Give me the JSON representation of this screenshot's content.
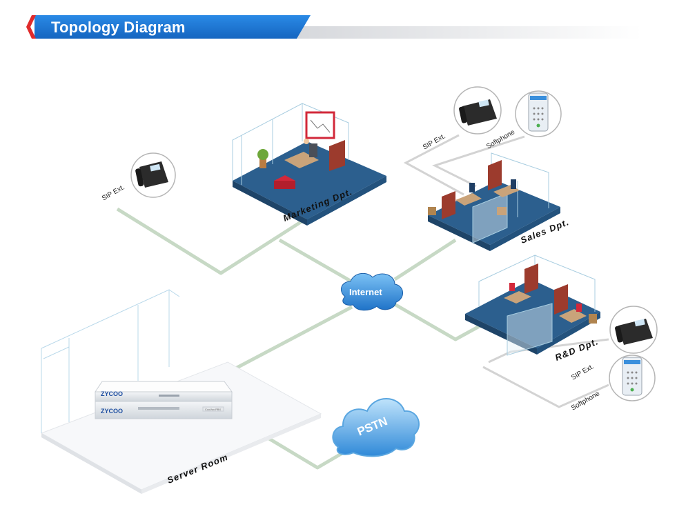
{
  "header": {
    "title": "Topology Diagram"
  },
  "diagram": {
    "clouds": {
      "internet": "Internet",
      "pstn": "PSTN"
    },
    "departments": {
      "marketing": "Marketing Dpt.",
      "sales": "Sales Dpt.",
      "rnd": "R&D Dpt.",
      "server_room": "Server Room"
    },
    "endpoints": {
      "marketing_sip": "SIP Ext.",
      "sales_sip": "SIP Ext.",
      "sales_softphone": "Softphone",
      "rnd_sip": "SIP Ext.",
      "rnd_softphone": "Softphone"
    },
    "device": {
      "brand_top": "ZYCOO",
      "brand_bottom": "ZYCOO",
      "model_text": "CooVox PBX"
    },
    "colors": {
      "accent": "#1e78d4",
      "accent_red": "#e02b2b",
      "link_line": "#c7d9c5",
      "floor": "#2c5f8e",
      "cloud": "#3a8fdc"
    }
  }
}
